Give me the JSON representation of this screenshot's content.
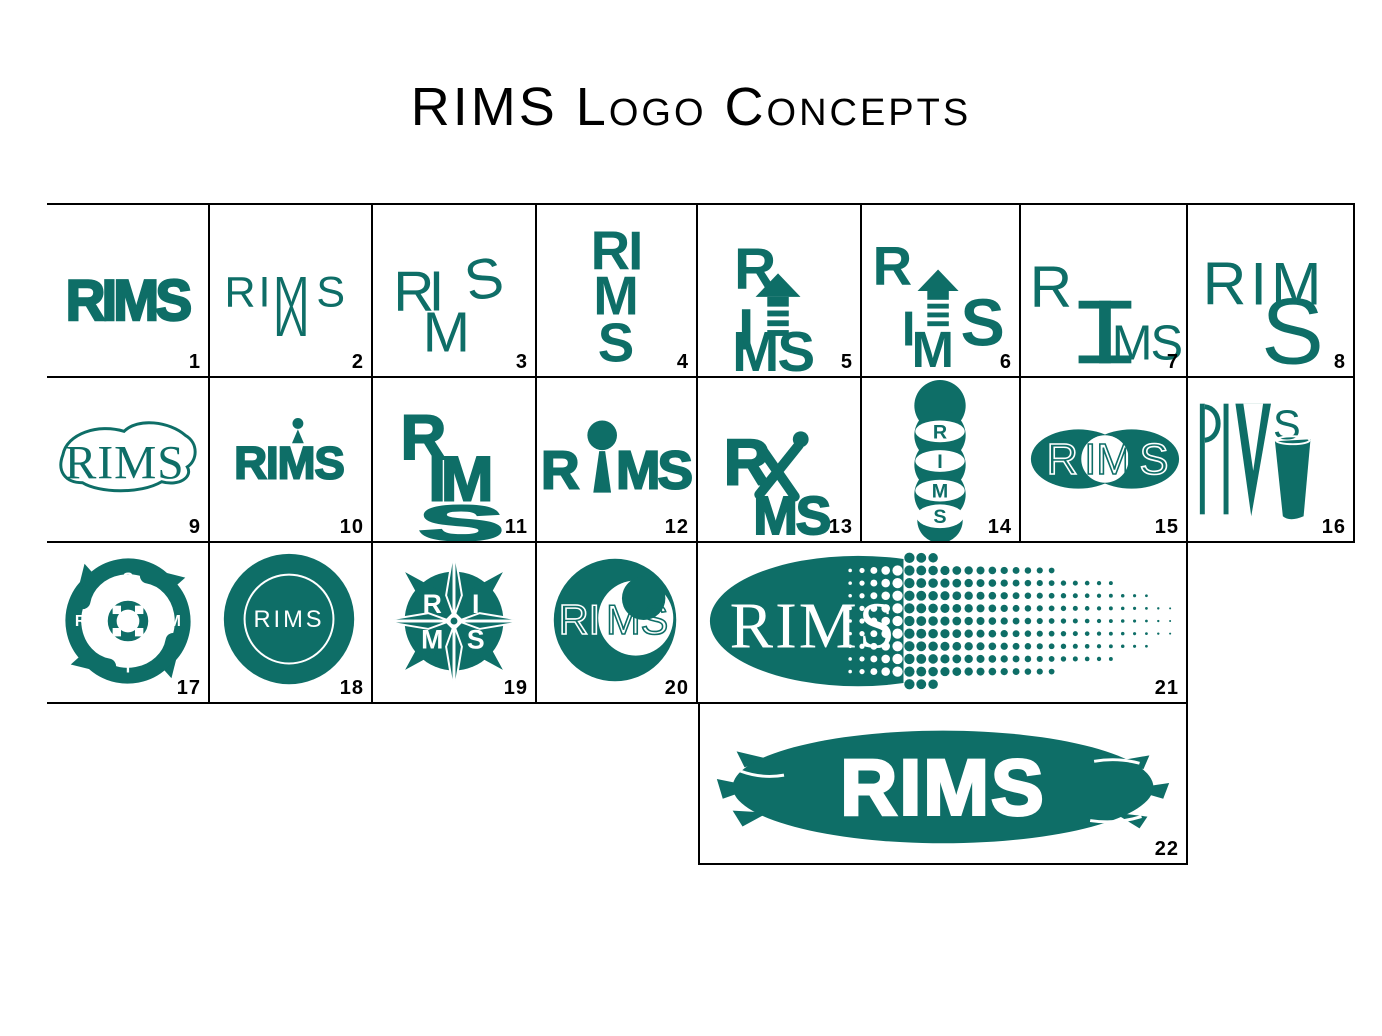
{
  "title": "RIMS Logo Concepts",
  "palette": {
    "teal": "#0E6E67",
    "ink": "#000000",
    "paper": "#FFFFFF"
  },
  "brand": {
    "name": "RIMS",
    "r": "R",
    "i": "I",
    "m": "M",
    "s": "S",
    "ri": "RI",
    "im": "IM",
    "ms": "MS",
    "rim": "RIM"
  },
  "cell_numbers": [
    "1",
    "2",
    "3",
    "4",
    "5",
    "6",
    "7",
    "8",
    "9",
    "10",
    "11",
    "12",
    "13",
    "14",
    "15",
    "16",
    "17",
    "18",
    "19",
    "20",
    "21",
    "22"
  ]
}
